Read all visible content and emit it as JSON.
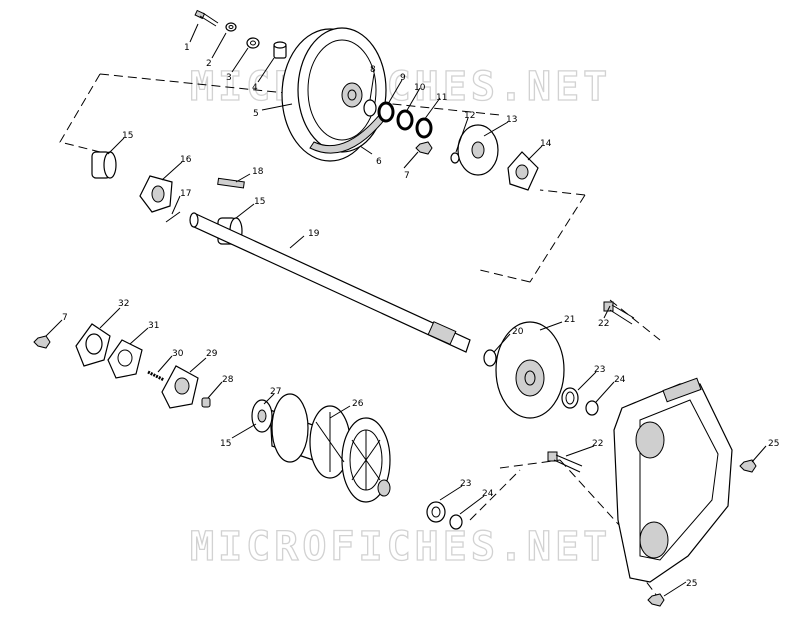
{
  "watermark": {
    "top": "MICROFICHES.NET",
    "bottom": "MICROFICHES.NET"
  },
  "callouts": {
    "c1": "1",
    "c2": "2",
    "c3": "3",
    "c4": "4",
    "c5": "5",
    "c6": "6",
    "c7a": "7",
    "c7b": "7",
    "c8": "8",
    "c9": "9",
    "c10": "10",
    "c11": "11",
    "c12": "12",
    "c13": "13",
    "c14": "14",
    "c15a": "15",
    "c15b": "15",
    "c15c": "15",
    "c16": "16",
    "c17": "17",
    "c18": "18",
    "c19": "19",
    "c20": "20",
    "c21": "21",
    "c22a": "22",
    "c22b": "22",
    "c23a": "23",
    "c23b": "23",
    "c24a": "24",
    "c24b": "24",
    "c25a": "25",
    "c25b": "25",
    "c26": "26",
    "c27": "27",
    "c28": "28",
    "c29": "29",
    "c30": "30",
    "c31": "31",
    "c32": "32"
  }
}
